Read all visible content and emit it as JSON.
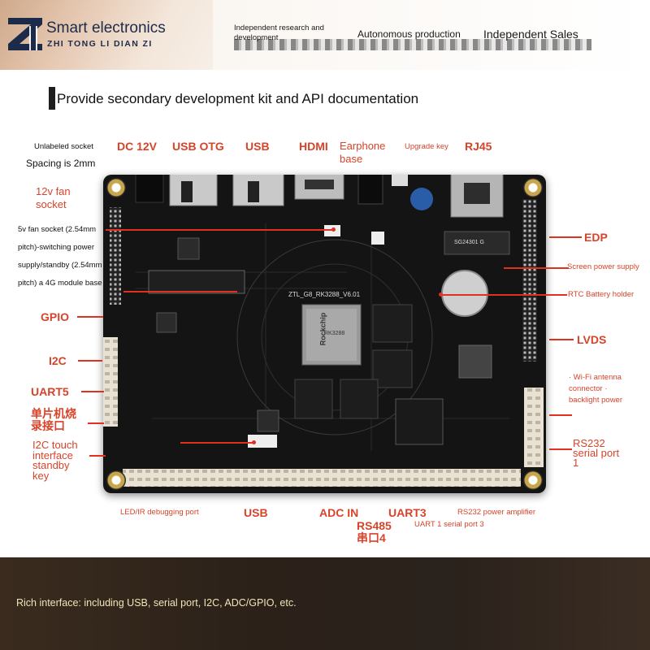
{
  "header": {
    "logo_title": "Smart electronics",
    "logo_subtitle": "ZHI TONG LI DIAN ZI",
    "tagline_research": "Independent research and development",
    "tagline_production": "Autonomous production",
    "tagline_sales": "Independent Sales"
  },
  "subtitle": "Provide secondary development kit and API documentation",
  "labels": {
    "unlabeled_socket": "Unlabeled socket",
    "spacing": "Spacing is 2mm",
    "dc12v": "DC 12V",
    "usb_otg": "USB OTG",
    "usb_top": "USB",
    "hdmi": "HDMI",
    "earphone": "Earphone base",
    "upgrade_key": "Upgrade key",
    "rj45": "RJ45",
    "fan_12v": "12v fan socket",
    "fan_5v": "5v fan socket (2.54mm pitch)-switching power supply/standby (2.54mm pitch) a 4G module base",
    "edp": "EDP",
    "screen_power": "Screen power supply",
    "rtc": "RTC Battery holder",
    "gpio": "GPIO",
    "lvds": "LVDS",
    "i2c": "I2C",
    "wifi": "· Wi-Fi antenna connector · backlight power",
    "uart5": "UART5",
    "mcu_burn": "单片机烧录接口",
    "i2c_touch": "I2C touch interface standby key",
    "rs232_serial": "RS232 serial port 1",
    "led_ir": "LED/IR debugging port",
    "usb_bottom": "USB",
    "adc_in": "ADC IN",
    "rs485": "RS485 串口4",
    "uart3": "UART3",
    "uart1": "UART 1 serial port 3",
    "rs232_amp": "RS232 power amplifier"
  },
  "board_silkscreen": {
    "model": "ZTL_G8_RK3288_V6.01",
    "soc_brand": "Rockchip",
    "soc_model": "RK3288",
    "chip_sg": "SG24301 G"
  },
  "footer": {
    "text": "Rich interface: including USB, serial port, I2C, ADC/GPIO, etc."
  },
  "colors": {
    "callout": "#d8432a",
    "board": "#141414",
    "footer_text": "#f0e4b9",
    "brand_navy": "#1d2b4a"
  }
}
